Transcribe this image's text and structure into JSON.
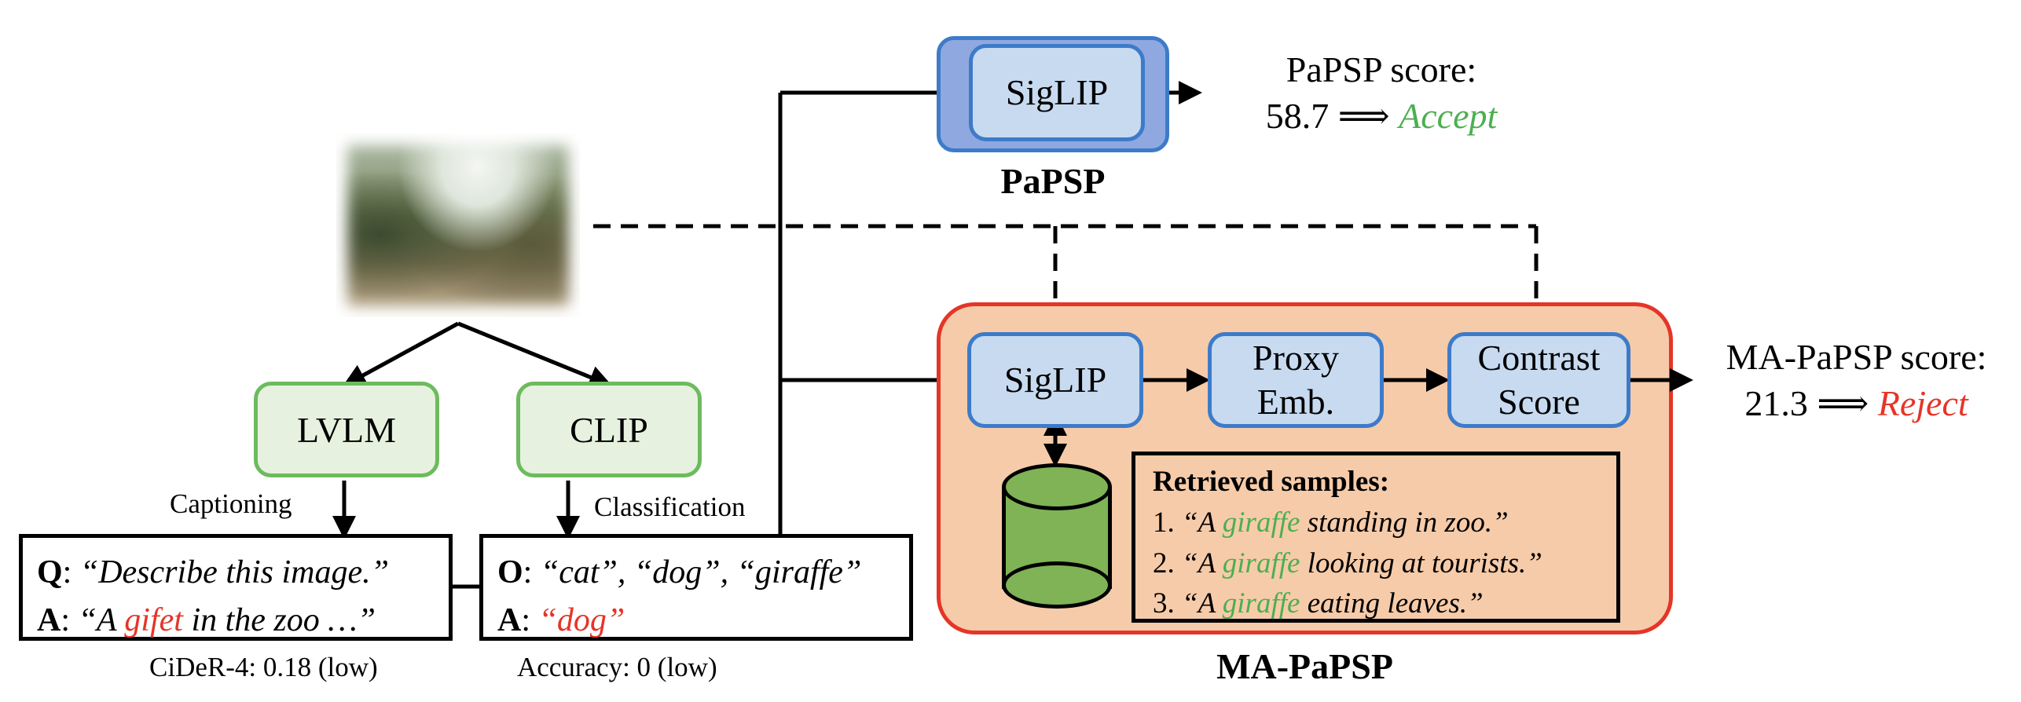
{
  "papsp": {
    "siglip": "SigLIP",
    "label": "PaPSP",
    "score_label": "PaPSP score:",
    "score_value": "58.7 ⟹",
    "decision": "Accept"
  },
  "ma_papsp": {
    "siglip": "SigLIP",
    "proxy_line1": "Proxy",
    "proxy_line2": "Emb.",
    "contrast_line1": "Contrast",
    "contrast_line2": "Score",
    "label": "MA-PaPSP",
    "score_label": "MA-PaPSP score:",
    "score_value": "21.3 ⟹",
    "decision": "Reject",
    "retrieved": {
      "title": "Retrieved samples:",
      "items": [
        {
          "num": "1.",
          "pre": "“A ",
          "hl": "giraffe",
          "post": " standing in zoo.”"
        },
        {
          "num": "2.",
          "pre": "“A ",
          "hl": "giraffe",
          "post": " looking at tourists.”"
        },
        {
          "num": "3.",
          "pre": "“A ",
          "hl": "giraffe",
          "post": " eating leaves.”"
        }
      ]
    }
  },
  "lvlm": {
    "label": "LVLM",
    "task": "Captioning",
    "q_key": "Q",
    "q_text": "“Describe this image.”",
    "a_key": "A",
    "a_pre": "“A ",
    "a_wrong": "gifet",
    "a_post": " in the zoo …”",
    "metric": "CiDeR-4: 0.18 (low)"
  },
  "clip": {
    "label": "CLIP",
    "task": "Classification",
    "o_key": "O",
    "o_text": "“cat”, “dog”, “giraffe”",
    "a_key": "A",
    "a_wrong": "“dog”",
    "metric": "Accuracy: 0 (low)"
  },
  "colors": {
    "red": "#e53528",
    "green": "#4caf50",
    "blue_fill": "#c7daf0",
    "blue_border": "#3d7bc9",
    "papsp_fill": "#8fa9e0",
    "ma_fill": "#f6cba9",
    "ma_border": "#e53528"
  }
}
